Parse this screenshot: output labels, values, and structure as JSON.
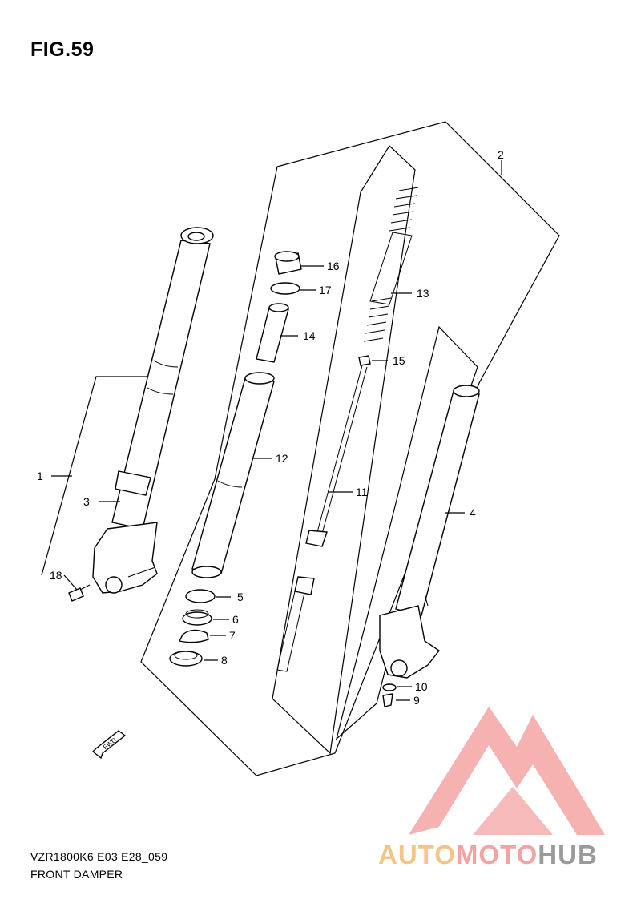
{
  "figure": {
    "title": "FIG.59"
  },
  "footer": {
    "model_code": "VZR1800K6 E03 E28_059",
    "caption": "FRONT DAMPER"
  },
  "callouts": {
    "c1": "1",
    "c2": "2",
    "c3": "3",
    "c4": "4",
    "c5": "5",
    "c6": "6",
    "c7": "7",
    "c8": "8",
    "c9": "9",
    "c10": "10",
    "c11": "11",
    "c12": "12",
    "c13": "13",
    "c14": "14",
    "c15": "15",
    "c16": "16",
    "c17": "17",
    "c18": "18"
  },
  "fwd_marker": "FWD",
  "watermark": {
    "parts": [
      "AUTO",
      "MOTO",
      "HUB"
    ],
    "colors": {
      "auto": "#f6c486",
      "moto": "#f4a3a3",
      "hub": "#9a9a9a",
      "logo": "#f4a3a3"
    }
  }
}
